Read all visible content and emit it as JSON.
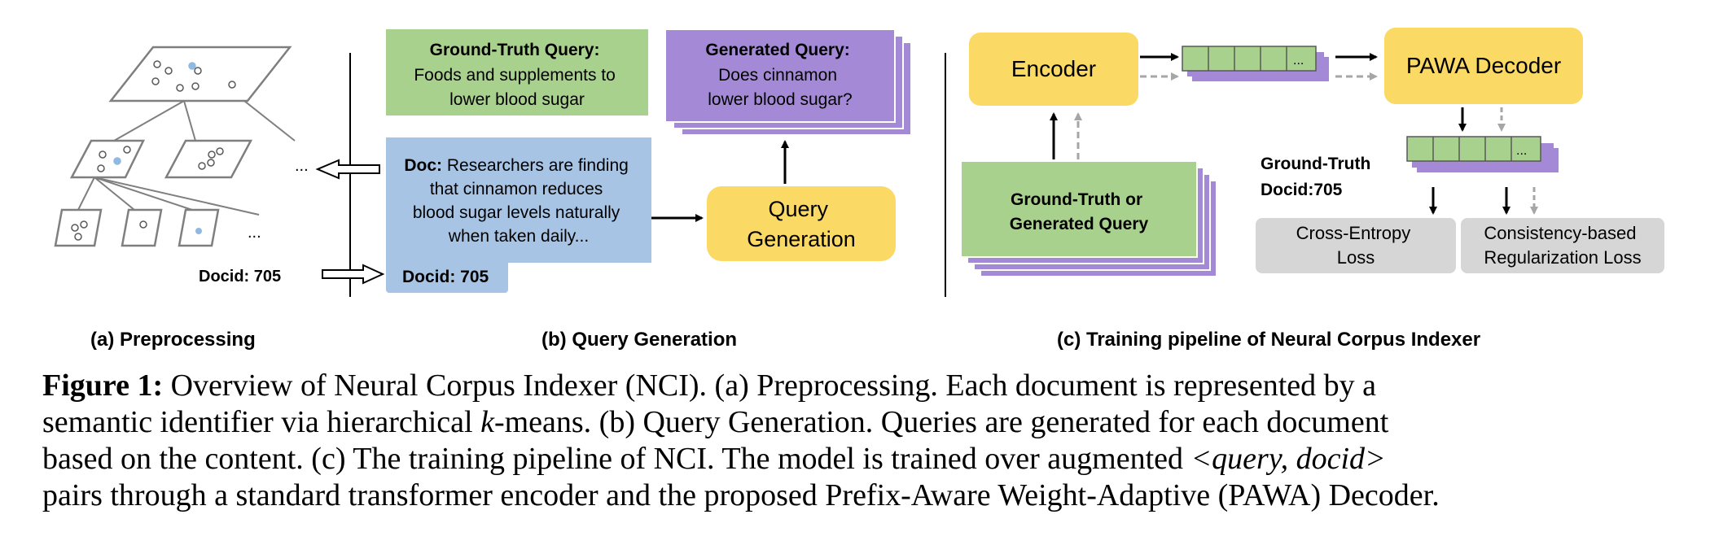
{
  "panel_a": {
    "docid_label": "Docid: 705",
    "ellipsis_right": "...",
    "ellipsis_bottom": "...",
    "caption": "(a) Preprocessing"
  },
  "panel_b": {
    "gt_query_title": "Ground-Truth Query:",
    "gt_query_line1": "Foods and supplements to",
    "gt_query_line2": "lower blood sugar",
    "gen_query_title": "Generated Query:",
    "gen_query_line1": "Does cinnamon",
    "gen_query_line2": "lower blood sugar?",
    "doc_prefix": "Doc:",
    "doc_line1": " Researchers are finding",
    "doc_line2": "that cinnamon reduces",
    "doc_line3": "blood sugar levels naturally",
    "doc_line4": "when taken daily...",
    "doc_docid": "Docid: 705",
    "query_gen_line1": "Query",
    "query_gen_line2": "Generation",
    "caption": "(b) Query Generation"
  },
  "panel_c": {
    "encoder": "Encoder",
    "decoder": "PAWA Decoder",
    "input_line1": "Ground-Truth or",
    "input_line2": "Generated Query",
    "vector_ellipsis": "...",
    "gt_docid_line1": "Ground-Truth",
    "gt_docid_line2": "Docid:705",
    "loss1_line1": "Cross-Entropy",
    "loss1_line2": "Loss",
    "loss2_line1": "Consistency-based",
    "loss2_line2": "Regularization Loss",
    "caption": "(c) Training pipeline of Neural Corpus Indexer"
  },
  "caption": {
    "label": "Figure 1:",
    "l1": " Overview of Neural Corpus Indexer (NCI). (a) Preprocessing. Each document is represented by a",
    "l2_pre": "semantic identifier via hierarchical ",
    "l2_k": "k",
    "l2_post": "-means. (b) Query Generation. Queries are generated for each document",
    "l3_pre": "based on the content. (c) The training pipeline of NCI. The model is trained over augmented ",
    "l3_pair": "<query, docid>",
    "l4": "pairs through a standard transformer encoder and the proposed Prefix-Aware Weight-Adaptive (PAWA) Decoder."
  },
  "colors": {
    "green": "#a9d18e",
    "purple": "#a48ad6",
    "purple_dark": "#8e6fcf",
    "blue": "#a7c4e4",
    "yellow": "#fbd965",
    "gray": "#d6d6d6",
    "dot_blue": "#8fb9e0"
  }
}
